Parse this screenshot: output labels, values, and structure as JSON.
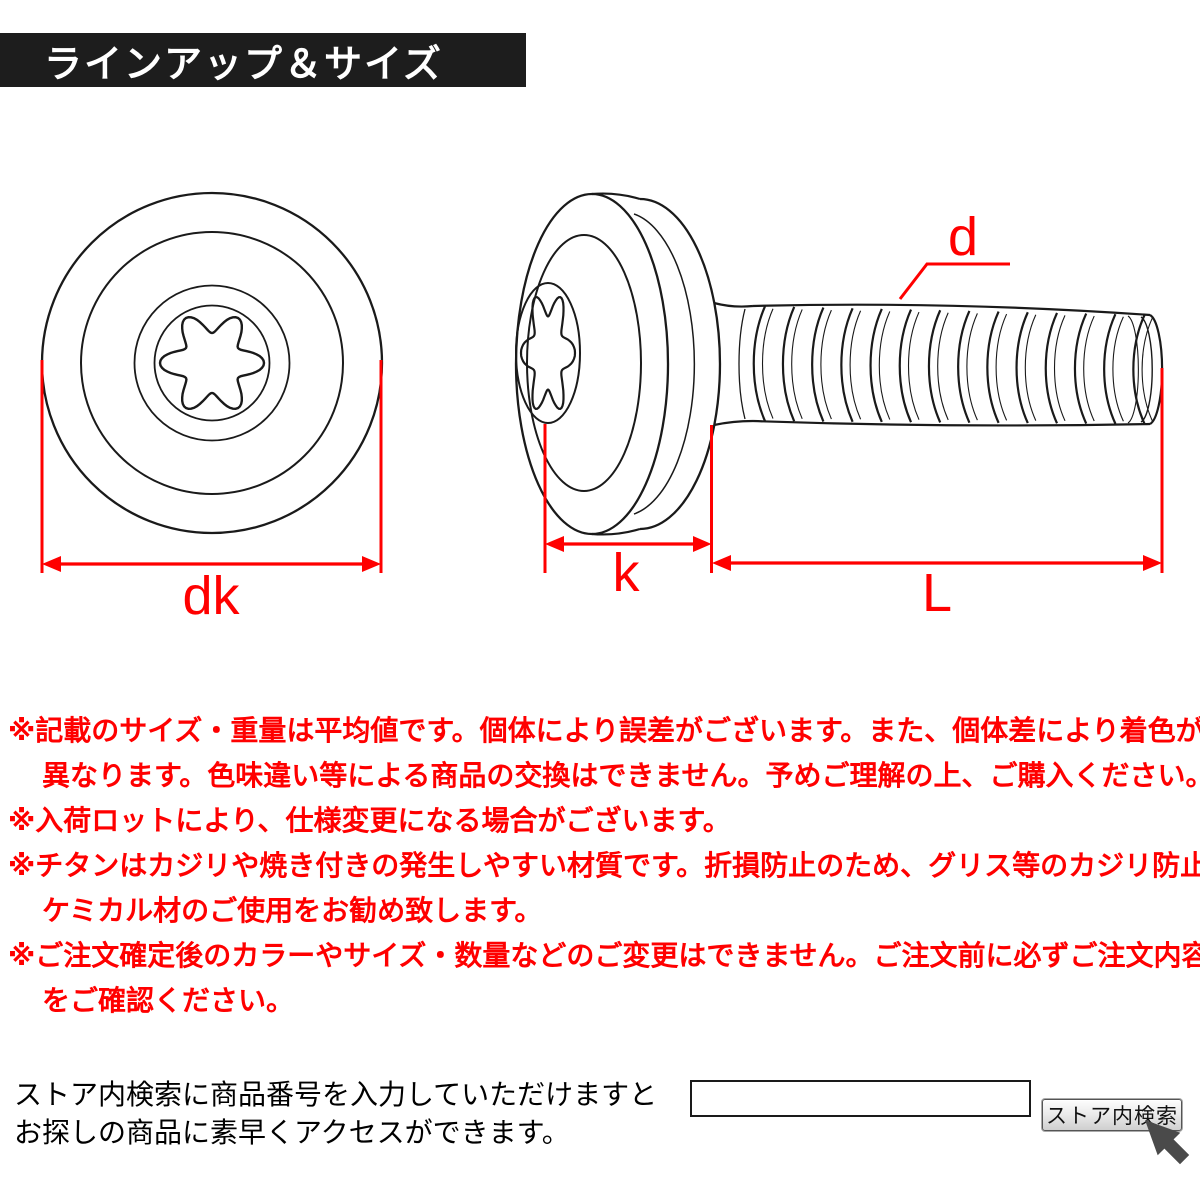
{
  "header": {
    "title": "ラインアップ＆サイズ"
  },
  "diagram": {
    "labels": {
      "dk": "dk",
      "k": "k",
      "L": "L",
      "d": "d"
    }
  },
  "notes": [
    "※記載のサイズ・重量は平均値です。個体により誤差がございます。また、個体差により着色が",
    "異なります。色味違い等による商品の交換はできません。予めご理解の上、ご購入ください。",
    "※入荷ロットにより、仕様変更になる場合がございます。",
    "※チタンはカジリや焼き付きの発生しやすい材質です。折損防止のため、グリス等のカジリ防止",
    "ケミカル材のご使用をお勧め致します。",
    "※ご注文確定後のカラーやサイズ・数量などのご変更はできません。ご注文前に必ずご注文内容",
    "をご確認ください。"
  ],
  "footer": {
    "line1": "ストア内検索に商品番号を入力していただけますと",
    "line2": "お探しの商品に素早くアクセスができます。",
    "search_input_value": "",
    "search_button_label": "ストア内検索"
  },
  "colors": {
    "accent_red": "#ff0000",
    "header_bg": "#1d1d1d",
    "line_black": "#1a1a1a",
    "cursor_gray": "#4a4a4a"
  }
}
